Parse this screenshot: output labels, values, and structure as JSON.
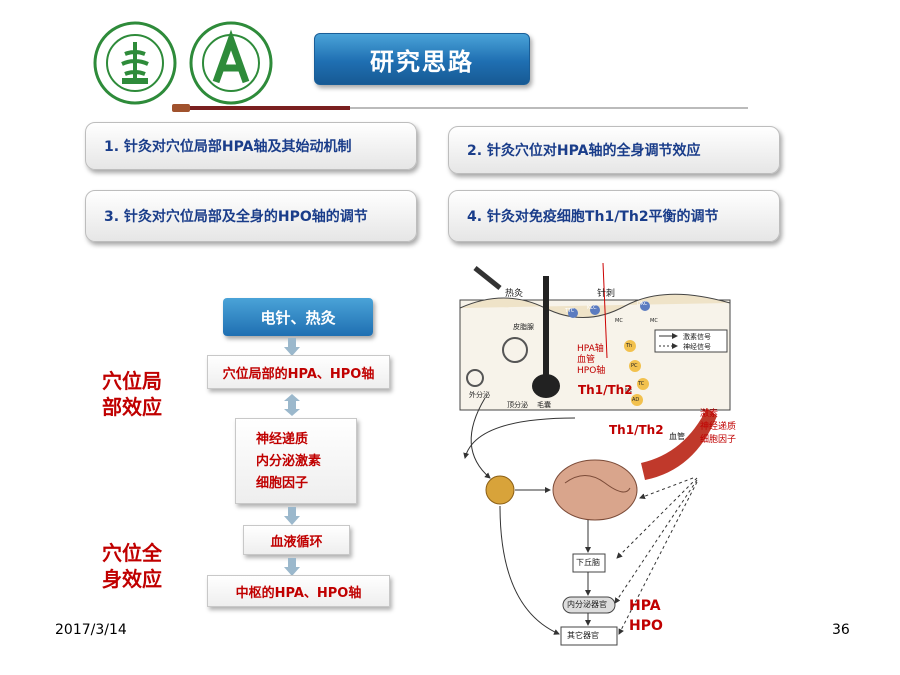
{
  "header": {
    "title": "研究思路"
  },
  "cards": [
    {
      "label": "1. 针灸对穴位局部HPA轴及其始动机制"
    },
    {
      "label": "2. 针灸穴位对HPA轴的全身调节效应"
    },
    {
      "label": "3. 针灸对穴位局部及全身的HPO轴的调节"
    },
    {
      "label": "4. 针灸对免疫细胞Th1/Th2平衡的调节"
    }
  ],
  "flow": {
    "start": "电针、热灸",
    "step1": "穴位局部的HPA、HPO轴",
    "step2_lines": [
      "神经递质",
      "内分泌激素",
      "细胞因子"
    ],
    "step3": "血液循环",
    "step4": "中枢的HPA、HPO轴",
    "local_label": [
      "穴位局",
      "部效应"
    ],
    "systemic_label": [
      "穴位全",
      "身效应"
    ]
  },
  "diagram": {
    "heat_moxa": "热灸",
    "acupuncture": "针刺",
    "legend": [
      "激素信号",
      "神经信号"
    ],
    "cells": [
      "TTC",
      "KLC",
      "DKC",
      "MC",
      "MC",
      "Th",
      "PC",
      "TC",
      "Mc",
      "AD"
    ],
    "sebaceous": "皮脂腺",
    "exocrine": "外分泌",
    "apocrine": "顶分泌",
    "hair_follicle": "毛囊",
    "hpa_local": [
      "HPA轴",
      "血管",
      "HPO轴"
    ],
    "th_local": "Th1/Th2",
    "th_vessel": "Th1/Th2",
    "vessel_label": "血管",
    "vessel_signals": [
      "激素",
      "神经递质",
      "细胞因子"
    ],
    "hypothalamus": "下丘脑",
    "endocrine_organ": "内分泌器官",
    "other_organs": "其它器官",
    "hpa_bottom": "HPA",
    "hpo_bottom": "HPO"
  },
  "footer": {
    "date": "2017/3/14",
    "page": "36"
  },
  "colors": {
    "title_blue": "#1f6fb2",
    "card_text": "#1a3d8a",
    "accent_red": "#c00000",
    "logo_green": "#2e8b3a"
  },
  "icons": [
    "school-logo-icon",
    "institute-logo-icon",
    "acupuncture-needle-icon",
    "arrow-icon"
  ]
}
